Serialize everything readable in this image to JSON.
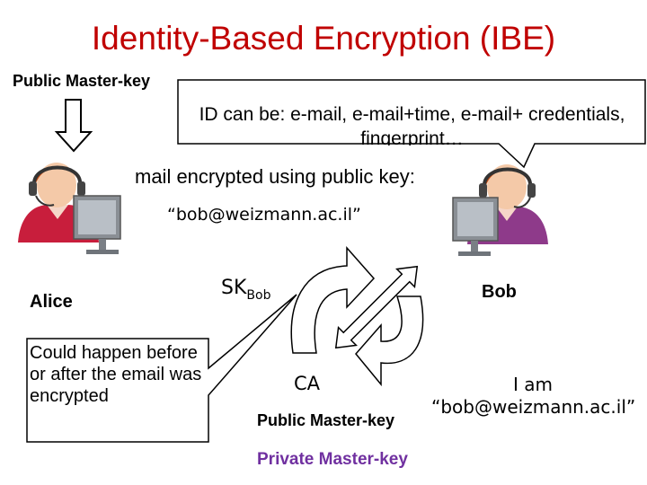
{
  "title": "Identity-Based Encryption (IBE)",
  "public_master_key_top": "Public Master-key",
  "callout_top": "ID can be: e-mail, e-mail+time, e-mail+ credentials, fingerprint…",
  "email_encrypted": "mail encrypted using public key:",
  "id_string": "“bob@weizmann.ac.il”",
  "alice_label": "Alice",
  "bob_label": "Bob",
  "sk_label": "SK",
  "sk_subscript": "Bob",
  "callout_left": "Could happen before or after the email was encrypted",
  "ca_label": "CA",
  "public_master_key_bottom": "Public Master-key",
  "i_am_line1": "I am",
  "i_am_line2": "“bob@weizmann.ac.il”",
  "private_master_key": "Private Master-key",
  "colors": {
    "title": "#c00000",
    "private_master_key": "#7030a0",
    "callout_fill": "#ffffff",
    "callout_stroke": "#000000"
  },
  "icons": [
    "down-arrow-icon",
    "user-headset-icon",
    "curved-arrow-icon",
    "double-arrow-icon"
  ]
}
